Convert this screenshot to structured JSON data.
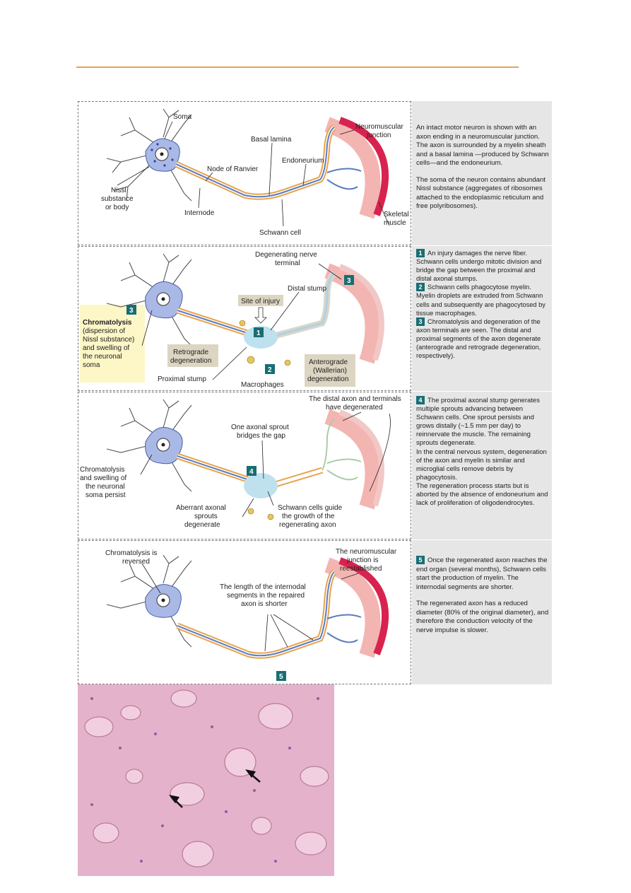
{
  "panel1": {
    "labels": {
      "soma": "Soma",
      "nissl1": "Nissl",
      "nissl2": "substance",
      "nissl3": "or body",
      "node": "Node of Ranvier",
      "basal": "Basal lamina",
      "endoneurium": "Endoneurium",
      "nmj1": "Neuromuscular",
      "nmj2": "junction",
      "internode": "Internode",
      "schwann": "Schwann cell",
      "skeletal1": "Skeletal",
      "skeletal2": "muscle"
    },
    "side": [
      "An intact motor neuron is shown with an axon ending in a neuromuscular junction. The axon is surrounded by a myelin sheath and a basal lamina —produced by Schwann cells—and the endoneurium.",
      "The soma of the neuron contains abundant Nissl substance (aggregates of ribosomes attached to the endoplasmic reticulum and free polyribosomes)."
    ]
  },
  "panel2": {
    "labels": {
      "degen1": "Degenerating nerve",
      "degen2": "terminal",
      "distal": "Distal stump",
      "site": "Site of injury",
      "chrom1": "Chromatolysis",
      "chrom2": "(dispersion of",
      "chrom3": "Nissl substance)",
      "chrom4": "and swelling of",
      "chrom5": "the neuronal",
      "chrom6": "soma",
      "retro1": "Retrograde",
      "retro2": "degeneration",
      "antero1": "Anterograde",
      "antero2": "(Wallerian)",
      "antero3": "degeneration",
      "proximal": "Proximal stump",
      "macro": "Macrophages",
      "b1": "1",
      "b2": "2",
      "b3": "3"
    },
    "side": [
      {
        "num": "1",
        "text": "An injury damages the nerve fiber. Schwann cells undergo mitotic division and bridge the gap between the proximal and distal axonal stumps."
      },
      {
        "num": "2",
        "text": "Schwann cells phagocytose myelin. Myelin droplets are extruded from Schwann cells and subsequently are phagocytosed by tissue macrophages."
      },
      {
        "num": "3",
        "text": "Chromatolysis and degeneration of the axon terminals are seen. The distal and proximal segments of the axon degenerate (anterograde and retrograde degeneration, respectively)."
      }
    ]
  },
  "panel3": {
    "labels": {
      "distal1": "The distal axon and terminals",
      "distal2": "have degenerated",
      "sprout1": "One axonal sprout",
      "sprout2": "bridges the gap",
      "chrom1": "Chromatolysis",
      "chrom2": "and swelling of",
      "chrom3": "the neuronal",
      "chrom4": "soma persist",
      "aber1": "Aberrant axonal",
      "aber2": "sprouts",
      "aber3": "degenerate",
      "guide1": "Schwann cells guide",
      "guide2": "the growth of the",
      "guide3": "regenerating axon",
      "b4": "4"
    },
    "side": {
      "num": "4",
      "text1": "The proximal axonal stump generates multiple sprouts advancing between Schwann cells. One sprout persists and grows distally (~1.5 mm per day) to reinnervate the muscle. The remaining sprouts degenerate.",
      "text2": "In the central nervous system, degeneration of the axon and myelin is similar and microglial cells remove debris by phagocytosis.",
      "text3": "The regeneration process starts but is aborted by the absence of endoneurium and lack of proliferation of oligodendrocytes."
    }
  },
  "panel4": {
    "labels": {
      "chrom1": "Chromatolysis is",
      "chrom2": "reversed",
      "nmj1": "The neuromuscular",
      "nmj2": "junction is",
      "nmj3": "reestablished",
      "len1": "The length of the internodal",
      "len2": "segments in the repaired",
      "len3": "axon is shorter",
      "b5": "5"
    },
    "side": {
      "num": "5",
      "text1": "Once the regenerated axon reaches the end organ (several months), Schwann cells start the production of myelin. The internodal segments are shorter.",
      "text2": "The regenerated axon has a reduced diameter (80% of the original diameter), and therefore the conduction velocity of the nerve impulse is slower."
    }
  },
  "colors": {
    "rule": "#e3a25f",
    "soma": "#aab8e6",
    "myelin": "#e8a24a",
    "muscle_dark": "#d8234f",
    "muscle_light": "#f3b5b2",
    "badge": "#186e73",
    "label_box": "#dcd5c2",
    "yellow_box": "#fdf6c7",
    "histology_bg": "#e9b9d0"
  }
}
